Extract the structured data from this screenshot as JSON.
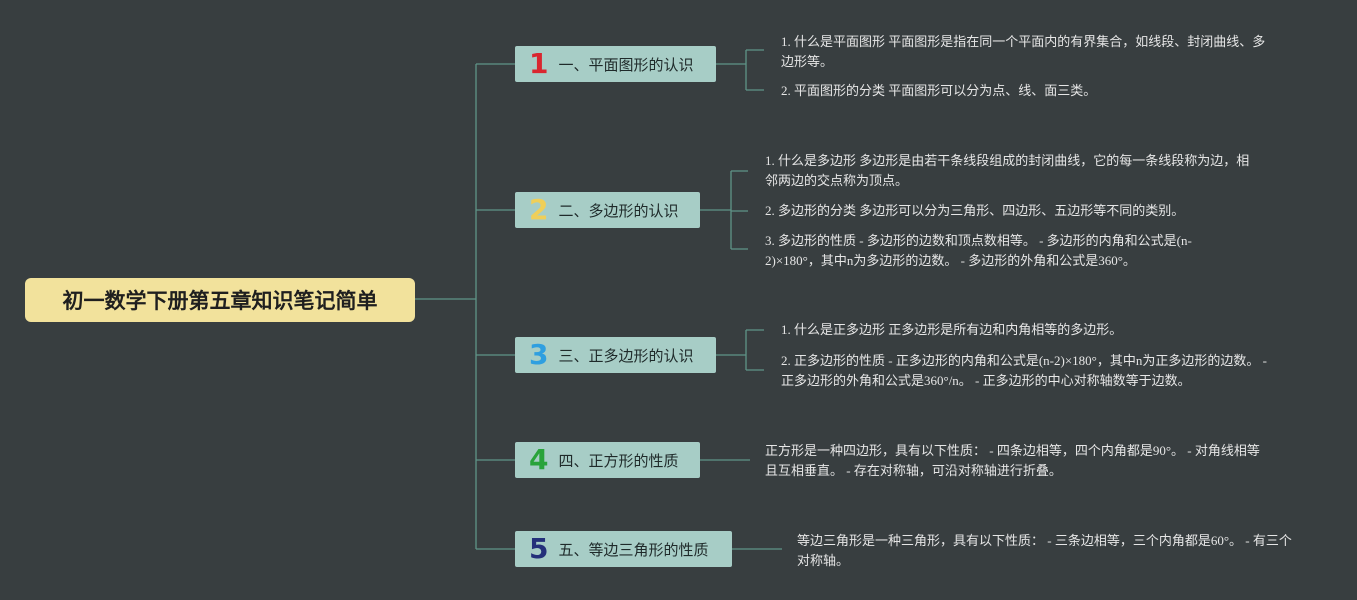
{
  "colors": {
    "background": "#383e40",
    "root_fill": "#f2e29c",
    "branch_fill": "#a7cdc6",
    "connector": "#5f9488",
    "num1": "#d9262f",
    "num2": "#f0cf58",
    "num3": "#2f9fe0",
    "num4": "#29a33a",
    "num5": "#24307a"
  },
  "root": {
    "title": "初一数学下册第五章知识笔记简单"
  },
  "branches": [
    {
      "num": "1",
      "label": "一、平面图形的认识",
      "leaves": [
        "1. 什么是平面图形 平面图形是指在同一个平面内的有界集合，如线段、封闭曲线、多边形等。",
        "2. 平面图形的分类 平面图形可以分为点、线、面三类。"
      ]
    },
    {
      "num": "2",
      "label": "二、多边形的认识",
      "leaves": [
        "1. 什么是多边形 多边形是由若干条线段组成的封闭曲线，它的每一条线段称为边，相邻两边的交点称为顶点。",
        "2. 多边形的分类 多边形可以分为三角形、四边形、五边形等不同的类别。",
        "3. 多边形的性质 - 多边形的边数和顶点数相等。 - 多边形的内角和公式是(n-2)×180°，其中n为多边形的边数。 - 多边形的外角和公式是360°。"
      ]
    },
    {
      "num": "3",
      "label": "三、正多边形的认识",
      "leaves": [
        "1. 什么是正多边形 正多边形是所有边和内角相等的多边形。",
        "2. 正多边形的性质 - 正多边形的内角和公式是(n-2)×180°，其中n为正多边形的边数。 - 正多边形的外角和公式是360°/n。 - 正多边形的中心对称轴数等于边数。"
      ]
    },
    {
      "num": "4",
      "label": "四、正方形的性质",
      "leaves": [
        "正方形是一种四边形，具有以下性质： - 四条边相等，四个内角都是90°。 - 对角线相等且互相垂直。 - 存在对称轴，可沿对称轴进行折叠。"
      ]
    },
    {
      "num": "5",
      "label": "五、等边三角形的性质",
      "leaves": [
        "等边三角形是一种三角形，具有以下性质： - 三条边相等，三个内角都是60°。 - 有三个对称轴。"
      ]
    }
  ]
}
